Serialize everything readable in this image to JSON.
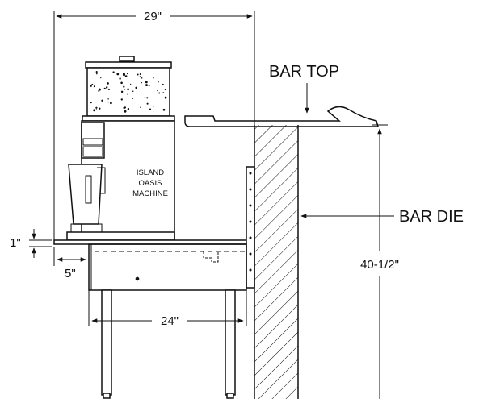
{
  "dimensions": {
    "overall_width": "29\"",
    "drainboard_thickness": "1\"",
    "drainboard_depth": "5\"",
    "unit_depth": "24\"",
    "counter_height": "40-1/2\""
  },
  "labels": {
    "bar_top": "BAR TOP",
    "bar_die": "BAR DIE",
    "machine_line1": "ISLAND",
    "machine_line2": "OASIS",
    "machine_line3": "MACHINE"
  },
  "colors": {
    "line": "#111111",
    "background": "#ffffff"
  }
}
